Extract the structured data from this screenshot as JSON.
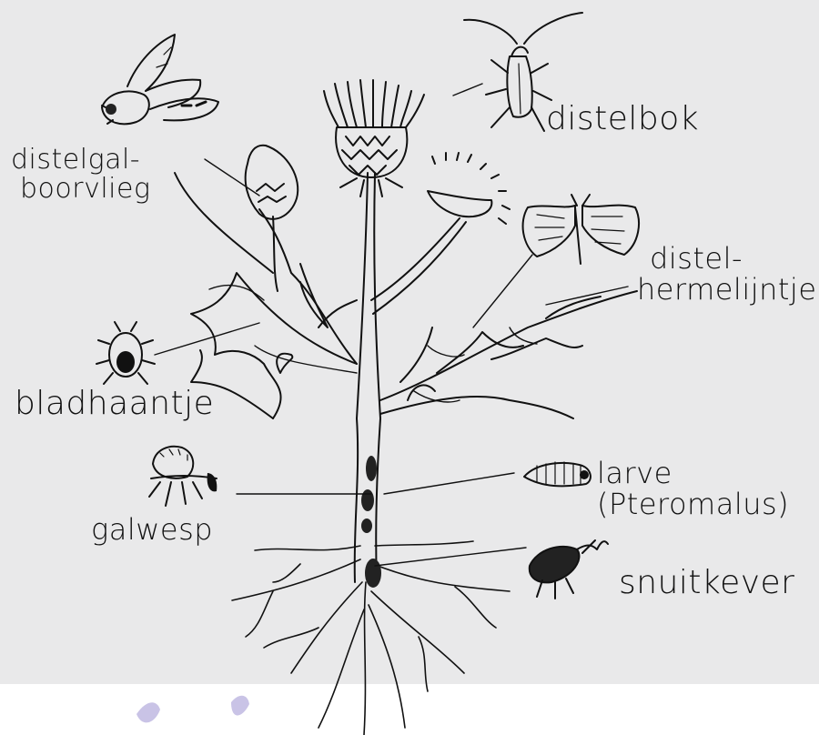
{
  "labels": {
    "distelbok": "distelbok",
    "distelgal_line1": "distelgal-",
    "distelgal_line2": "boorvlieg",
    "distelhermelijntje_line1": "distel-",
    "distelhermelijntje_line2": "hermelijntje",
    "bladhaantje": "bladhaantje",
    "galwesp": "galwesp",
    "larve_line1": "larve",
    "larve_line2": "(Pteromalus)",
    "snuitkever": "snuitkever"
  },
  "colors": {
    "panel_background": "#e9e9ea",
    "ink": "#111111",
    "watermark": "#c9c3e6"
  }
}
